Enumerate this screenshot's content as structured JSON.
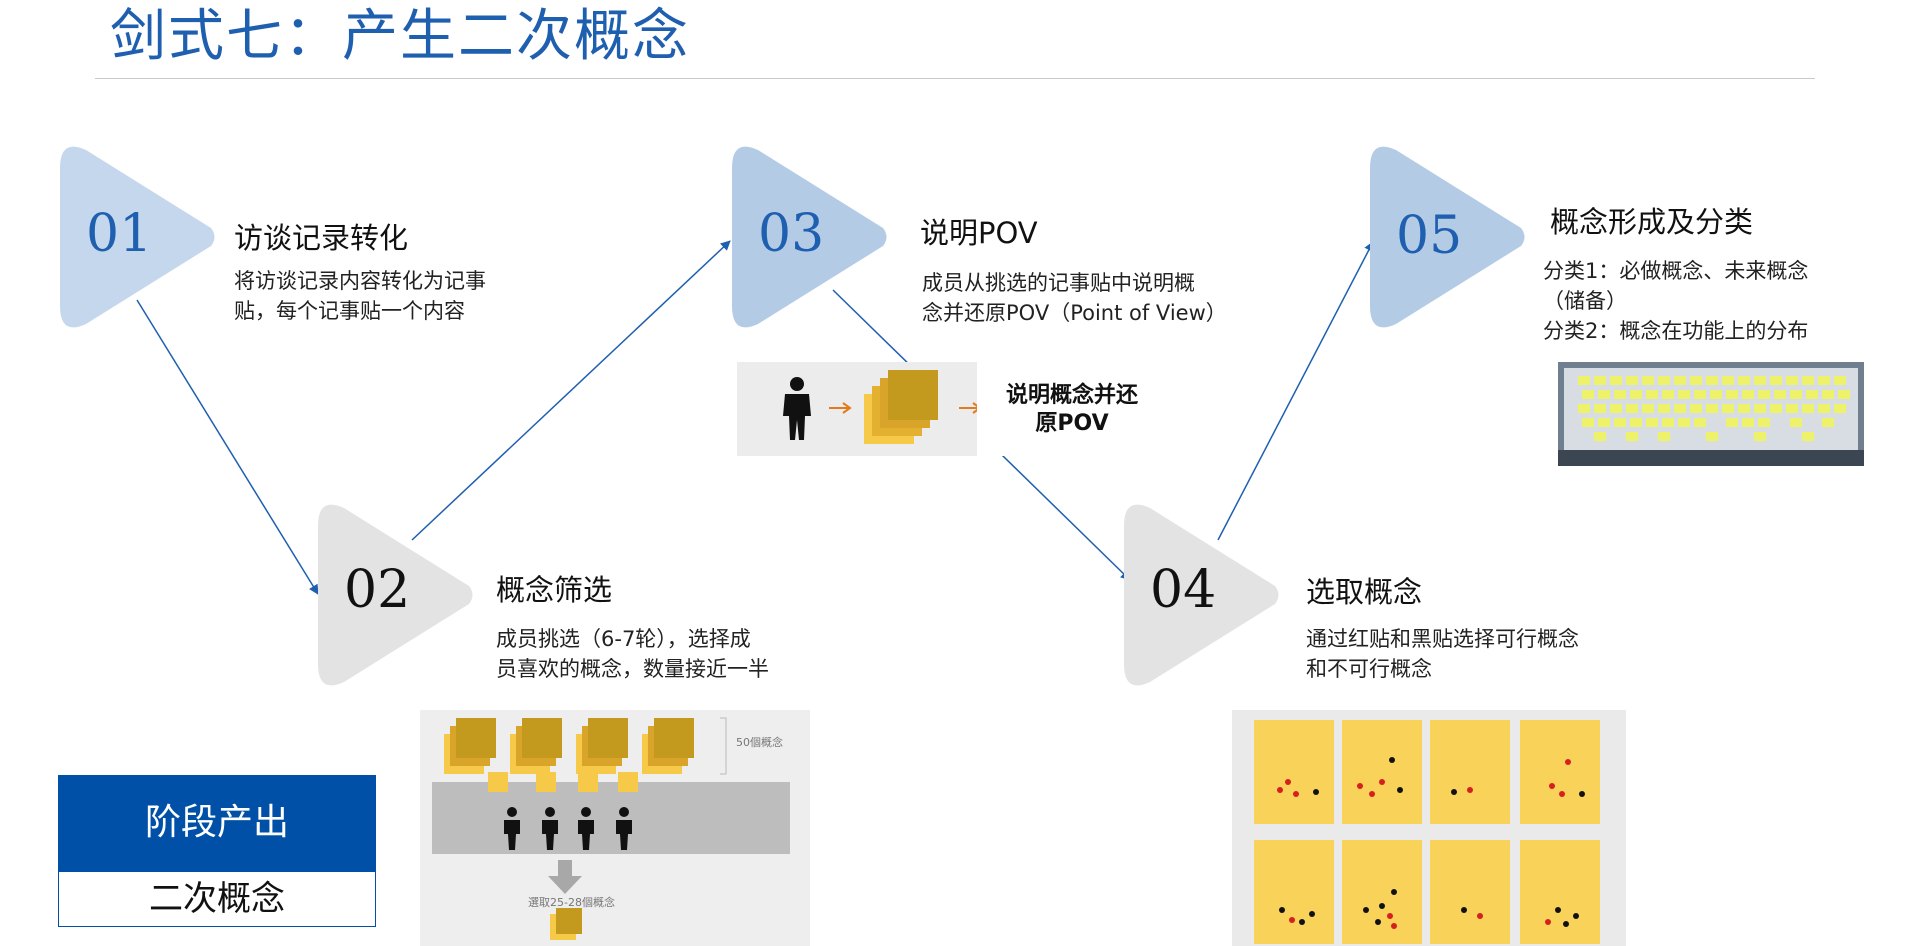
{
  "title": "剑式七：产生二次概念",
  "steps": [
    {
      "num": "01",
      "title": "访谈记录转化",
      "desc": [
        "将访谈记录内容转化为记事",
        "贴，每个记事贴一个内容"
      ]
    },
    {
      "num": "02",
      "title": "概念筛选",
      "desc": [
        "成员挑选（6-7轮），选择成",
        "员喜欢的概念，数量接近一半"
      ]
    },
    {
      "num": "03",
      "title": "说明POV",
      "desc": [
        "成员从挑选的记事贴中说明概",
        "念并还原POV（Point of View）"
      ]
    },
    {
      "num": "04",
      "title": "选取概念",
      "desc": [
        "通过红贴和黑贴选择可行概念",
        "和不可行概念"
      ]
    },
    {
      "num": "05",
      "title": "概念形成及分类",
      "desc": [
        "分类1：必做概念、未来概念",
        "（储备）",
        "分类2：概念在功能上的分布"
      ]
    }
  ],
  "pov_illustration": {
    "text_line1": "说明概念并还",
    "text_line2": "原POV"
  },
  "filter_illustration": {
    "label_top": "50個概念",
    "label_bottom": "選取25-28個概念"
  },
  "output": {
    "heading": "阶段产出",
    "value": "二次概念"
  },
  "colors": {
    "accent_blue": "#1f5fb0",
    "dark_blue": "#0050a8",
    "triangle_blue": "#b4cbe6",
    "triangle_gray": "#e3e3e3",
    "sticky_yellow": "#f7c948",
    "sticky_dark": "#c49a1e"
  }
}
